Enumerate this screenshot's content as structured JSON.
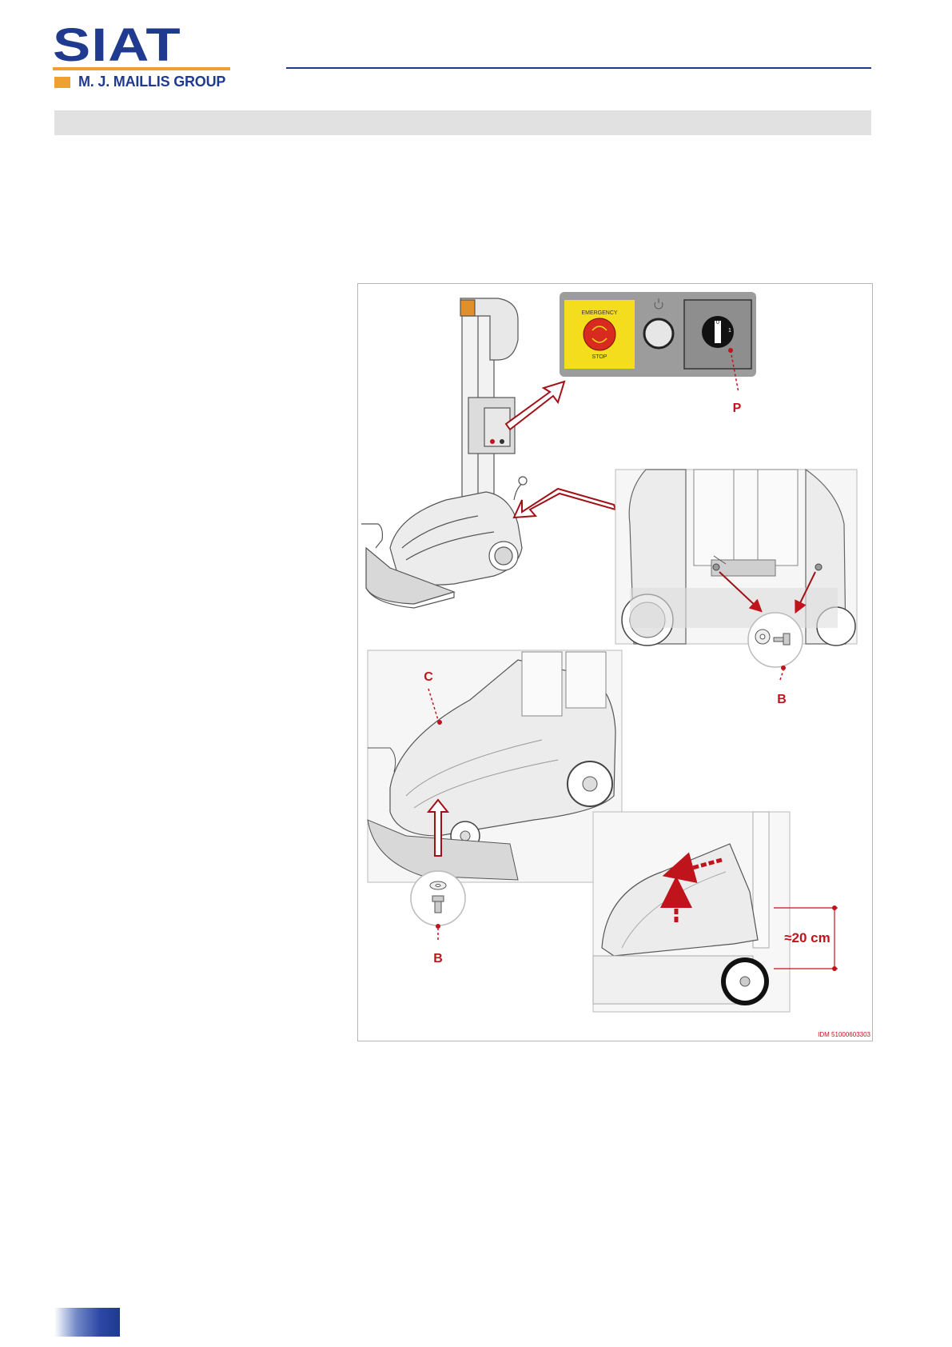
{
  "header": {
    "logo_word": "SIAT",
    "logo_group": "M. J. MAILLIS GROUP",
    "brand_colors": {
      "blue": "#1f3a8f",
      "orange": "#f0a030"
    }
  },
  "figure": {
    "panel_emergency_text_top": "EMERGENCY",
    "panel_emergency_text_bottom": "STOP",
    "key_switch_0": "0",
    "key_switch_1": "1",
    "label_p": "P",
    "label_b_top": "B",
    "label_c": "C",
    "label_b_bottom": "B",
    "dimension": "≈20 cm",
    "idm": "IDM 51000603303",
    "accent_color": "#c0141c"
  }
}
